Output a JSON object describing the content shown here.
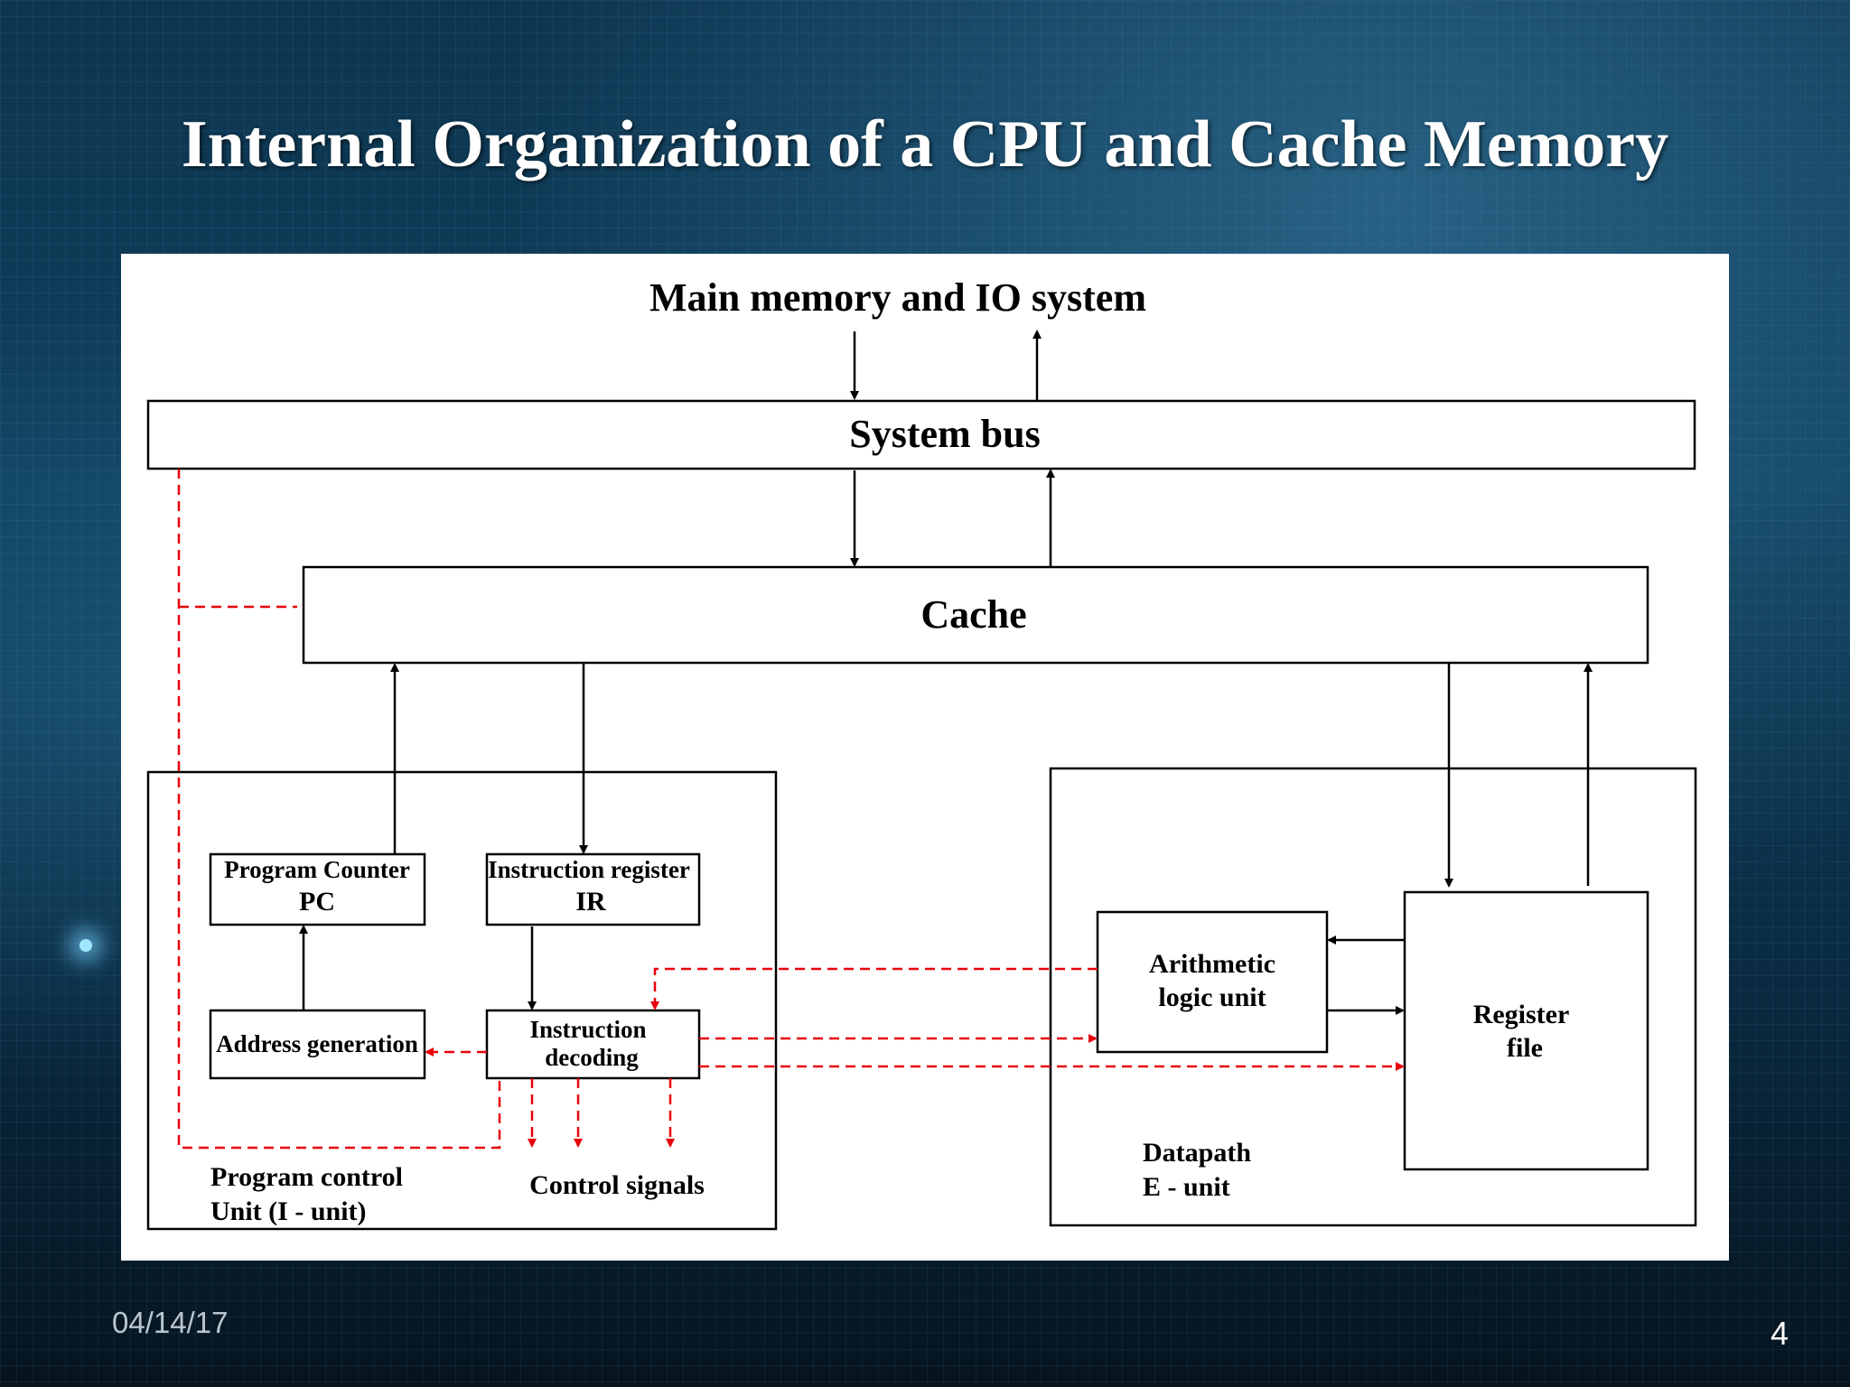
{
  "slide": {
    "title": "Internal Organization of a CPU and Cache Memory",
    "date": "04/14/17",
    "page_number": "4"
  },
  "diagram": {
    "main_memory_label": "Main memory and IO system",
    "system_bus_label": "System bus",
    "cache_label": "Cache",
    "program_counter_line1": "Program Counter",
    "program_counter_line2": "PC",
    "instruction_register_line1": "Instruction register",
    "instruction_register_line2": "IR",
    "address_generation_label": "Address generation",
    "instruction_decoding_line1": "Instruction",
    "instruction_decoding_line2": "decoding",
    "control_signals_label": "Control signals",
    "program_control_line1": "Program control",
    "program_control_line2": "Unit (I - unit)",
    "alu_line1": "Arithmetic",
    "alu_line2": "logic unit",
    "register_file_line1": "Register",
    "register_file_line2": "file",
    "datapath_line1": "Datapath",
    "datapath_line2": "E - unit"
  },
  "colors": {
    "solid_line": "#000000",
    "control_line": "#e8000b"
  }
}
